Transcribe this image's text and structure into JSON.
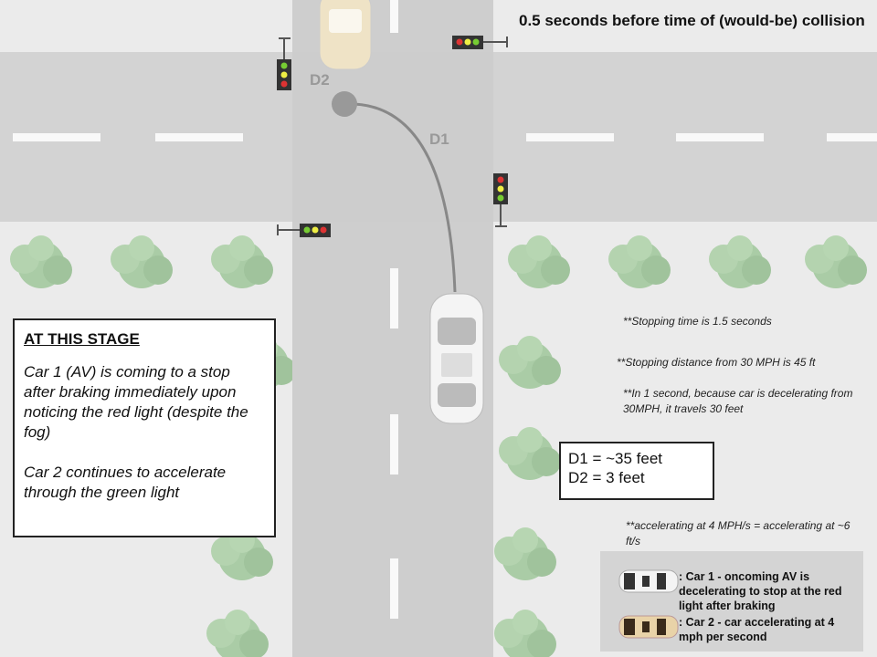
{
  "title": "0.5 seconds before time of (would-be) collision",
  "labels": {
    "d1": "D1",
    "d2": "D2"
  },
  "stage_box": {
    "heading": "AT THIS STAGE",
    "para1": "Car 1 (AV) is coming to a stop after braking immediately upon noticing the red light (despite the fog)",
    "para2": "Car 2 continues to accelerate through the green light"
  },
  "notes": {
    "stopping_time": "**Stopping time is 1.5 seconds",
    "stopping_distance": "**Stopping distance from 30 MPH is 45 ft",
    "one_second": "**In 1 second, because car is decelerating from 30MPH, it travels 30 feet",
    "accelerating": "**accelerating at 4 MPH/s = accelerating at ~6 ft/s"
  },
  "distances": {
    "d1": "D1 = ~35 feet",
    "d2": "D2 = 3 feet"
  },
  "legend": {
    "car1": ": Car 1 - oncoming AV is decelerating to stop at the red light after braking",
    "car2": ": Car 2 - car accelerating at 4 mph per second"
  },
  "colors": {
    "car1": "#f2f2f2",
    "car2": "#e9d3a8",
    "tree": "#7fb87a",
    "road": "#c9c9c9"
  }
}
